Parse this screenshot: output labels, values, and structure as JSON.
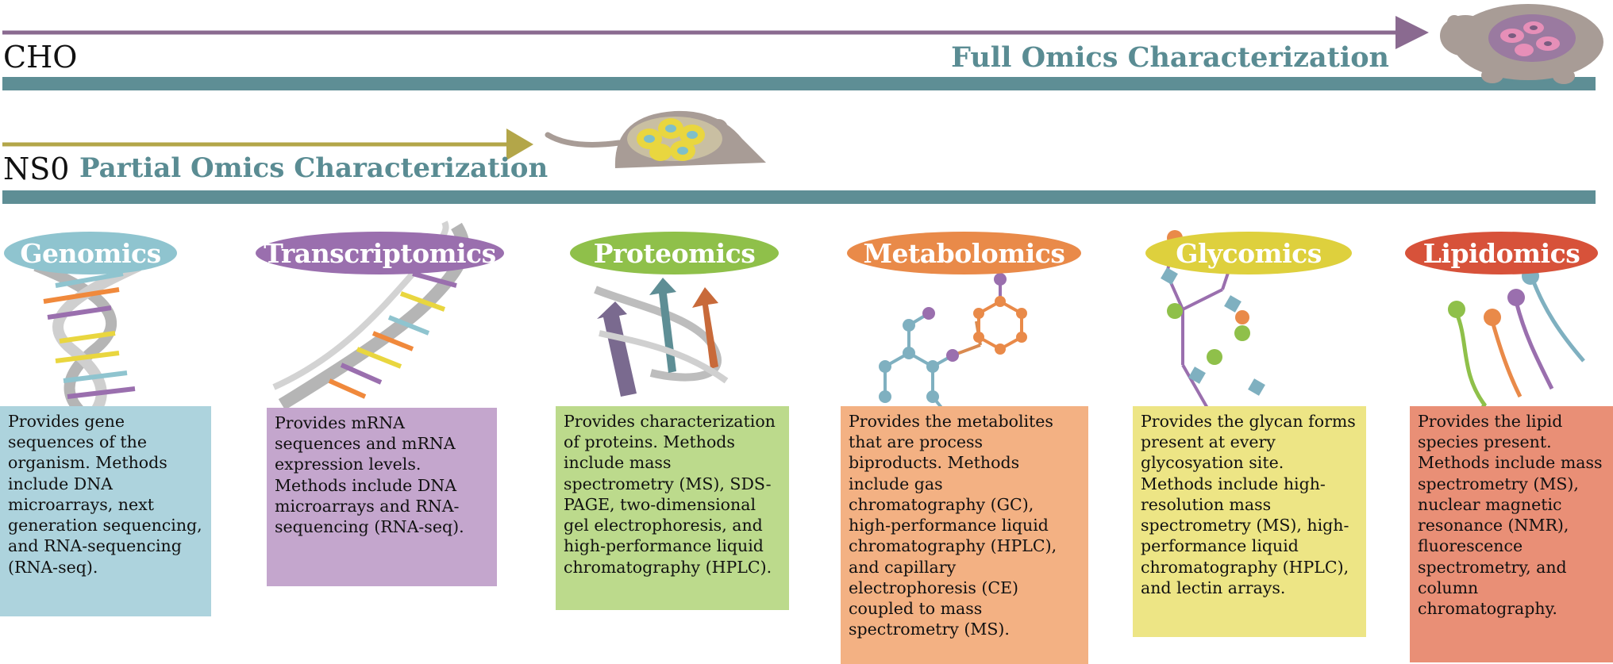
{
  "species": {
    "cho": {
      "label": "CHO",
      "omics_label": "Full Omics Characterization"
    },
    "ns0": {
      "label": "NS0",
      "omics_label": "Partial Omics Characterization"
    }
  },
  "omics": [
    {
      "title": "Genomics",
      "description": "Provides gene sequences of the organism. Methods include DNA microarrays, next generation sequencing, and RNA-sequencing (RNA-seq).",
      "pill_color": "#8fc4cf",
      "box_color": "#add3dd"
    },
    {
      "title": "Transcriptomics",
      "description": "Provides mRNA sequences and mRNA expression levels. Methods include DNA microarrays and RNA-sequencing (RNA-seq).",
      "pill_color": "#9a6fae",
      "box_color": "#c4a6cd"
    },
    {
      "title": "Proteomics",
      "description": "Provides characterization of proteins. Methods include mass spectrometry (MS), SDS-PAGE, two-dimensional gel electrophoresis, and high-performance liquid chromatography (HPLC).",
      "pill_color": "#8fc04a",
      "box_color": "#bcda8c"
    },
    {
      "title": "Metabolomics",
      "description": "Provides the metabolites that are process biproducts. Methods include gas chromatography (GC), high-performance liquid chromatography (HPLC), and capillary electrophoresis (CE) coupled to mass spectrometry (MS).",
      "pill_color": "#e98a49",
      "box_color": "#f3b183"
    },
    {
      "title": "Glycomics",
      "description": "Provides the glycan forms present at every glycosyation site. Methods include high-resolution mass spectrometry (MS), high-performance liquid chromatography (HPLC), and lectin arrays.",
      "pill_color": "#ded03d",
      "box_color": "#ede585"
    },
    {
      "title": "Lipidomics",
      "description": "Provides the lipid species present. Methods include mass spectrometry (MS), nuclear magnetic resonance (NMR), fluorescence spectrometry, and column chromatography.",
      "pill_color": "#d7523a",
      "box_color": "#e98f76"
    }
  ],
  "colors": {
    "cho_arrow": "#8a6a90",
    "ns0_arrow": "#b3a649",
    "divider_bar": "#5e8e95",
    "animal_body": "#a89c96",
    "hamster_cells": "#e68fb8",
    "mouse_cells": "#e9d63f"
  }
}
